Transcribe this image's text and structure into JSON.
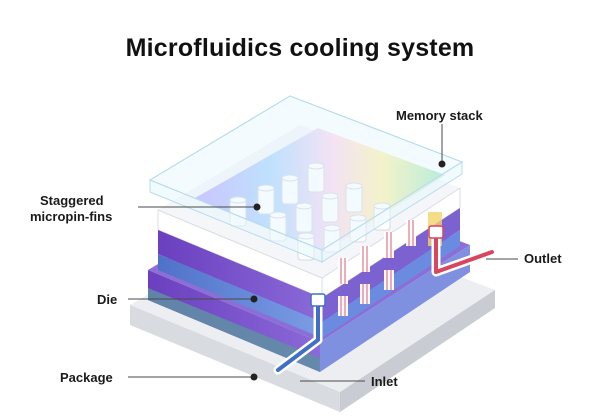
{
  "title": "Microfluidics cooling system",
  "labels": {
    "memory_stack": "Memory stack",
    "staggered": "Staggered",
    "micropin_fins": "micropin-fins",
    "die": "Die",
    "package": "Package",
    "inlet": "Inlet",
    "outlet": "Outlet"
  },
  "colors": {
    "purple": "#7a4fc9",
    "blue": "#5b7fd6",
    "teal": "#5f8fa3",
    "inlet_pipe": "#3f6fc6",
    "outlet_pipe": "#d9455e",
    "package_gray": "#e4e6ea"
  }
}
